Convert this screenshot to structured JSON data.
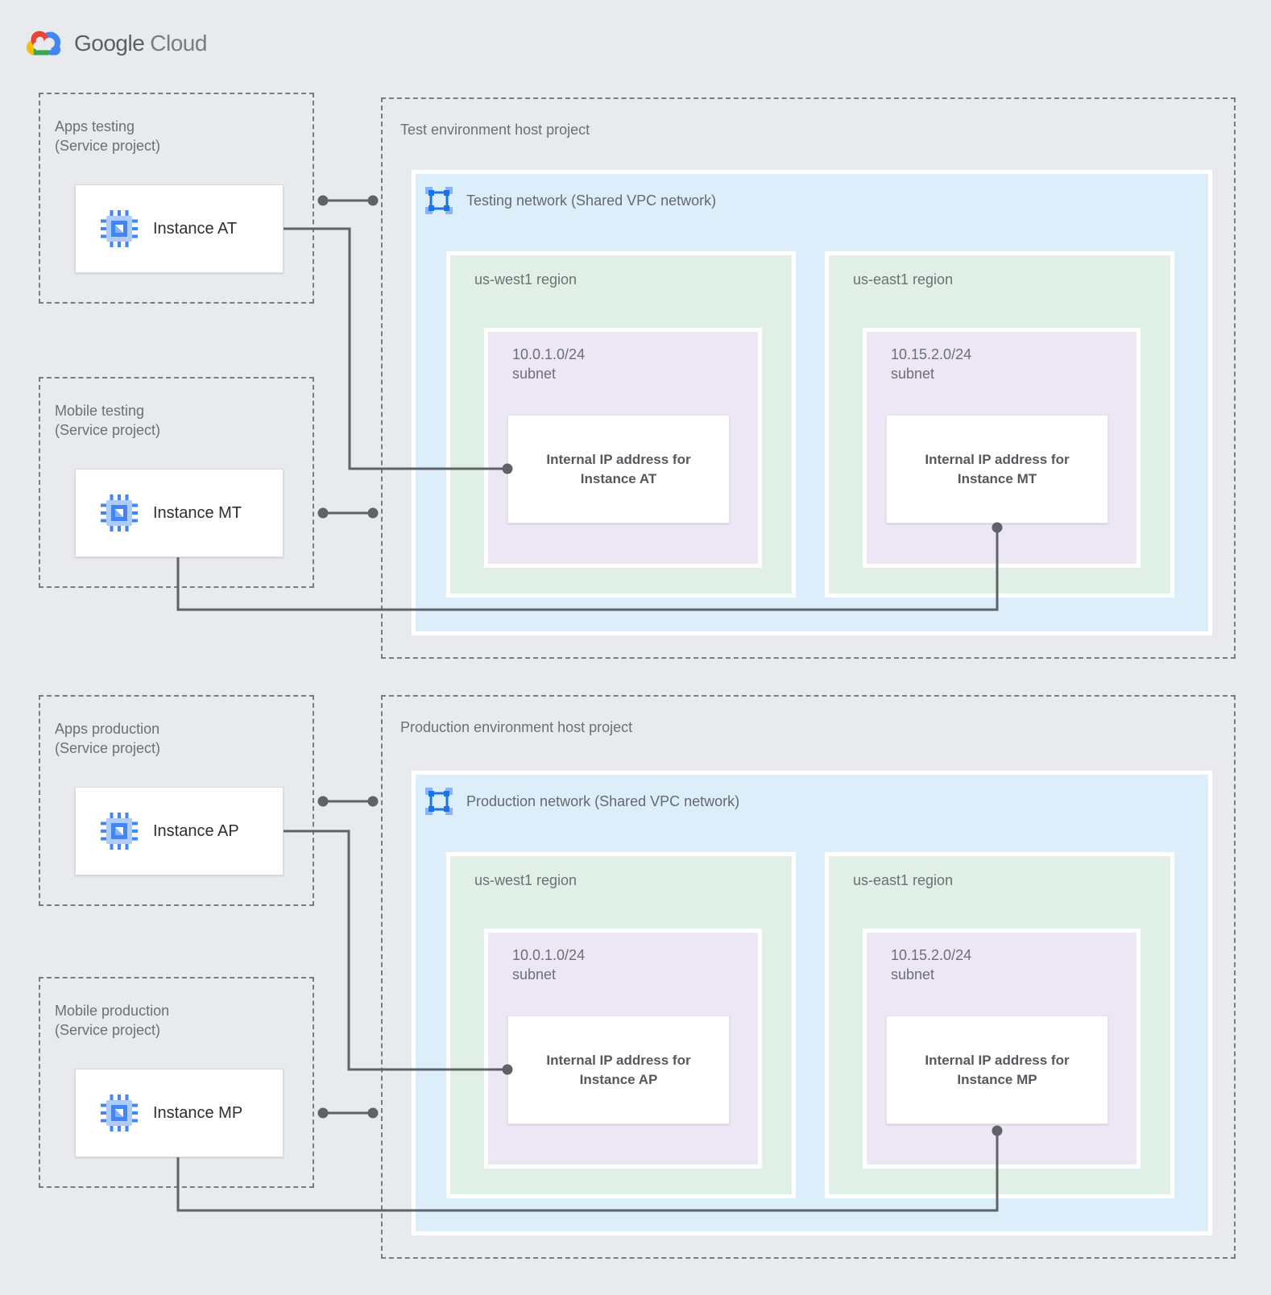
{
  "logo": {
    "brand_primary": "Google",
    "brand_secondary": "Cloud"
  },
  "icons": {
    "logo": "google-cloud-logo",
    "instance": "compute-engine-icon",
    "network": "vpc-network-icon",
    "connector_dot": "connection-dot"
  },
  "colors": {
    "canvas_bg": "#e8eaed",
    "network_fill": "#ddeefb",
    "region_fill": "#e0f0e7",
    "subnet_fill": "#ece6f5",
    "card_bg": "#ffffff",
    "connector": "#5f6368",
    "instance_icon_blue": "#4285f4",
    "vpc_icon_blue": "#1a73e8",
    "label_gray": "#6c7075"
  },
  "sections": [
    {
      "id": "test",
      "service_projects": [
        {
          "title": "Apps testing",
          "subtitle": "(Service project)",
          "instance_label": "Instance AT"
        },
        {
          "title": "Mobile testing",
          "subtitle": "(Service project)",
          "instance_label": "Instance MT"
        }
      ],
      "host_project": {
        "title": "Test environment host project",
        "network_label": "Testing network (Shared VPC network)",
        "regions": [
          {
            "name": "us-west1 region",
            "subnet_cidr": "10.0.1.0/24",
            "subnet_caption": "subnet",
            "ip_line1": "Internal IP address for",
            "ip_line2": "Instance AT"
          },
          {
            "name": "us-east1 region",
            "subnet_cidr": "10.15.2.0/24",
            "subnet_caption": "subnet",
            "ip_line1": "Internal IP address for",
            "ip_line2": "Instance MT"
          }
        ]
      }
    },
    {
      "id": "production",
      "service_projects": [
        {
          "title": "Apps production",
          "subtitle": "(Service project)",
          "instance_label": "Instance AP"
        },
        {
          "title": "Mobile production",
          "subtitle": "(Service project)",
          "instance_label": "Instance MP"
        }
      ],
      "host_project": {
        "title": "Production environment host project",
        "network_label": "Production network (Shared VPC network)",
        "regions": [
          {
            "name": "us-west1 region",
            "subnet_cidr": "10.0.1.0/24",
            "subnet_caption": "subnet",
            "ip_line1": "Internal IP address for",
            "ip_line2": "Instance AP"
          },
          {
            "name": "us-east1 region",
            "subnet_cidr": "10.15.2.0/24",
            "subnet_caption": "subnet",
            "ip_line1": "Internal IP address for",
            "ip_line2": "Instance MP"
          }
        ]
      }
    }
  ]
}
